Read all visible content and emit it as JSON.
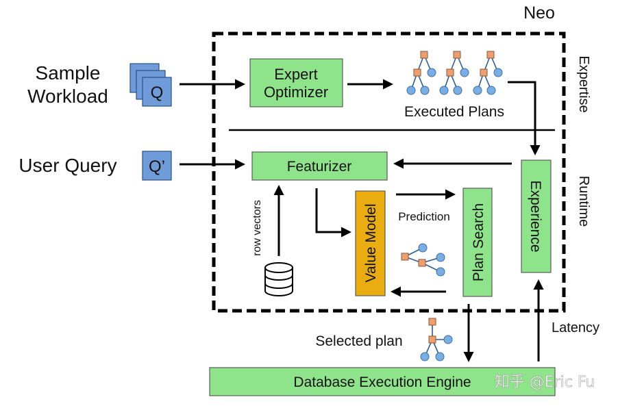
{
  "title": "Neo",
  "sections": {
    "expertise": "Expertise",
    "runtime": "Runtime"
  },
  "inputs": {
    "sample_workload": [
      "Sample",
      "Workload"
    ],
    "sample_card_label": "Q",
    "user_query": "User Query",
    "user_card_label": "Q’"
  },
  "components": {
    "expert_optimizer": [
      "Expert",
      "Optimizer"
    ],
    "executed_plans": "Executed Plans",
    "featurizer": "Featurizer",
    "value_model": "Value Model",
    "plan_search": "Plan Search",
    "experience": "Experience",
    "database_engine": "Database Execution Engine"
  },
  "edge_labels": {
    "row_vectors": "row vectors",
    "prediction": "Prediction",
    "selected_plan": "Selected plan",
    "latency": "Latency"
  },
  "watermark": "知乎 @Eric Fu",
  "colors": {
    "component_green": "#8fe38a",
    "value_model_orange": "#e9ad12",
    "query_card_blue": "#6f9bd8",
    "plan_node_orange": "#ef9f6f",
    "plan_node_blue": "#7aaee0"
  }
}
